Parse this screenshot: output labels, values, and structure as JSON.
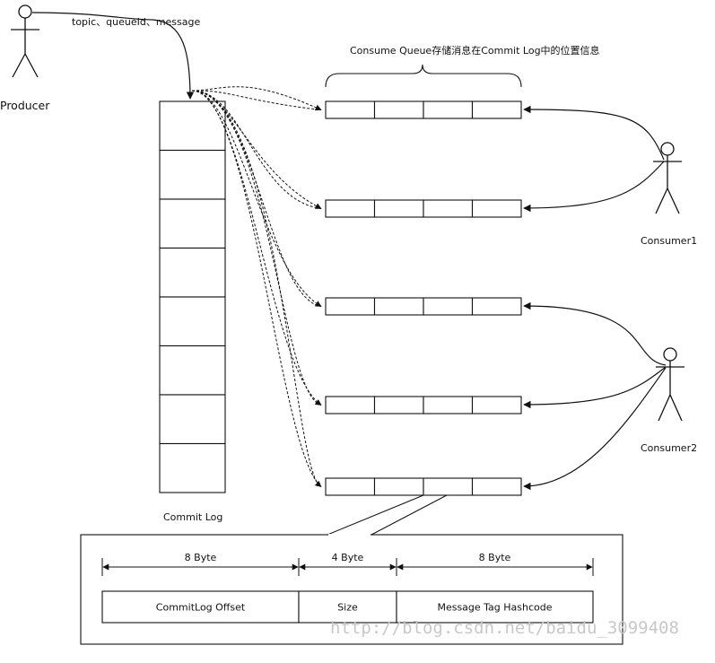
{
  "actors": {
    "producer": "Producer",
    "consumer1": "Consumer1",
    "consumer2": "Consumer2"
  },
  "message_label": "topic、queueId、message",
  "commit_log_label": "Commit Log",
  "consume_queue_label": "Consume Queue存储消息在Commit Log中的位置信息",
  "entry_format": {
    "fields": [
      {
        "name": "CommitLog Offset",
        "size": "8 Byte"
      },
      {
        "name": "Size",
        "size": "4 Byte"
      },
      {
        "name": "Message Tag Hashcode",
        "size": "8 Byte"
      }
    ]
  },
  "watermark": "http://blog.csdn.net/baidu_3099408"
}
